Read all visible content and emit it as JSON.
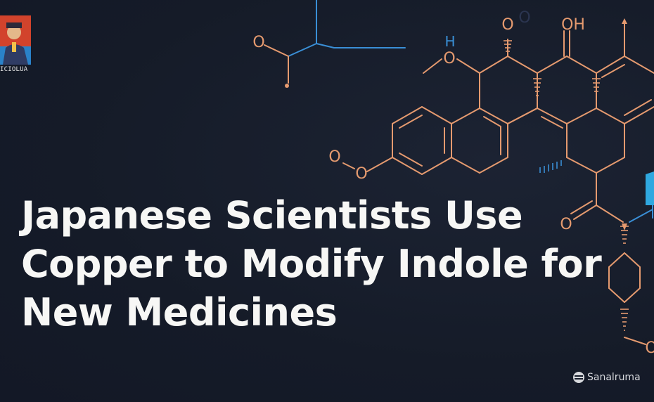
{
  "logo": {
    "text": "ICIOLUA"
  },
  "headline": {
    "line1": "Japanese Scientists Use",
    "line2": "Copper to Modify Indole for",
    "line3": "New Medicines"
  },
  "molecule_labels": {
    "h": "H",
    "o_top1": "O",
    "o_top2": "O",
    "oh": "OH",
    "o_left": "O",
    "o_mid": "O",
    "o_ring": "O",
    "o_right": "O",
    "o_bottom": "O",
    "o_faint": "O"
  },
  "watermark": {
    "text": "Sanalruma"
  },
  "colors": {
    "background": "#161c2a",
    "headline": "#f7f7f5",
    "structure_orange": "#e59a6f",
    "structure_blue": "#3a8fd6",
    "accent_red": "#d6452e"
  }
}
